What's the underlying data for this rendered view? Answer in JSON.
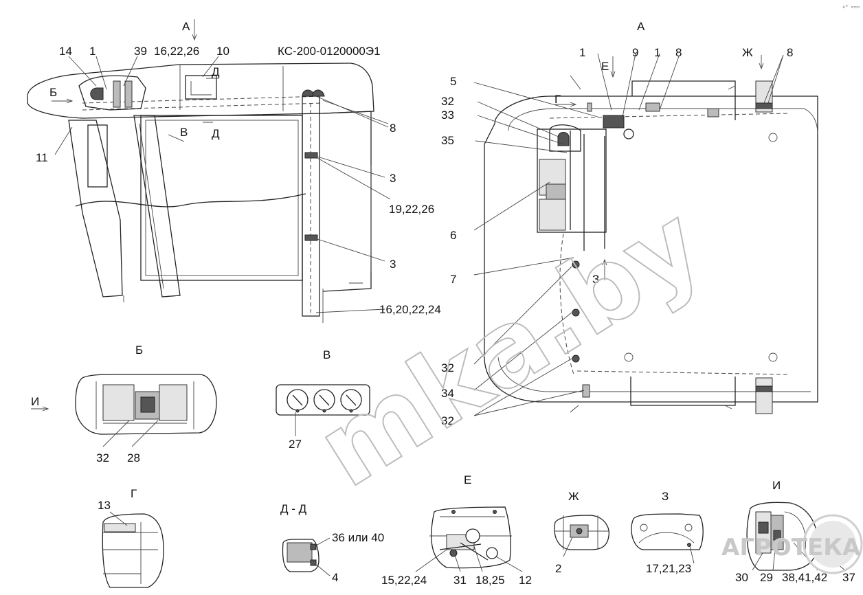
{
  "doc_code": "КС-200-0120000Э1",
  "corner_mark": "₀⁸ ▫▫▫",
  "watermark": "mka.by",
  "logo_text": "АГРОТЕКА",
  "callouts_left_view": {
    "view_arrow": "А",
    "c14": "14",
    "c1": "1",
    "c39": "39",
    "c16_22_26": "16,22,26",
    "c10": "10",
    "b_arrow": "Б",
    "d_top": "Д",
    "v_arrow": "В",
    "d_bottom": "Д",
    "c8": "8",
    "c11": "11",
    "c3a": "3",
    "c19_22_26": "19,22,26",
    "c3b": "3",
    "c16_20_22_24": "16,20,22,24"
  },
  "callouts_top_view": {
    "title": "А",
    "c1a": "1",
    "c9": "9",
    "c1b": "1",
    "c8a": "8",
    "e_arrow": "Е",
    "zh_arrow": "Ж",
    "c8b": "8",
    "c5": "5",
    "g_arrow": "Г",
    "c32a": "32",
    "c33": "33",
    "c35": "35",
    "c6": "6",
    "c7": "7",
    "z_arrow": "З",
    "c32b": "32",
    "c34": "34",
    "c32c": "32"
  },
  "view_b": {
    "title": "Б",
    "i_arrow": "И",
    "c32": "32",
    "c28": "28"
  },
  "view_v": {
    "title": "В",
    "c27": "27"
  },
  "view_g": {
    "title": "Г",
    "c13": "13"
  },
  "view_dd": {
    "title": "Д - Д",
    "c36_40": "36 или 40",
    "c4": "4"
  },
  "view_e": {
    "title": "Е",
    "c15_22_24": "15,22,24",
    "c31": "31",
    "c18_25": "18,25",
    "c12": "12"
  },
  "view_zh": {
    "title": "Ж",
    "c2": "2"
  },
  "view_z": {
    "title": "З",
    "c17_21_23": "17,21,23"
  },
  "view_i": {
    "title": "И",
    "c30": "30",
    "c29": "29",
    "c38_41_42": "38,41,42",
    "c37": "37"
  }
}
